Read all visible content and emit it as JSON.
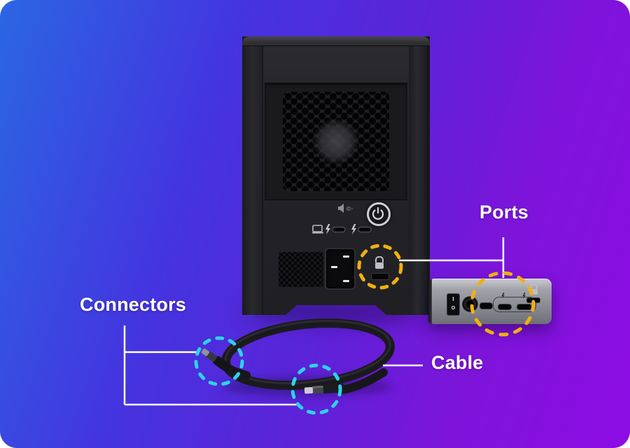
{
  "canvas": {
    "background": {
      "start": "#2b66e3",
      "mid": "#5c23d8",
      "end": "#8d0ce4"
    },
    "colors": {
      "ports_highlight_circle": "#f0b013",
      "connector_highlight_circle": "#2cd3ea",
      "callout_line": "#ffffff",
      "label_text": "#ffffff"
    }
  },
  "callouts": {
    "ports": {
      "label": "Ports"
    },
    "connectors": {
      "label": "Connectors"
    },
    "cable": {
      "label": "Cable"
    }
  }
}
